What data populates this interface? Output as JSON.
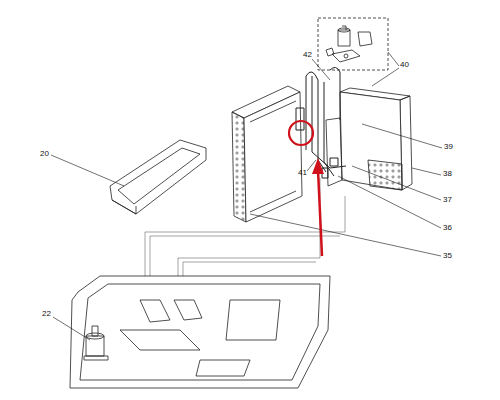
{
  "diagram": {
    "labels": [
      "42",
      "40",
      "20",
      "39",
      "41",
      "38",
      "37",
      "36",
      "35",
      "22"
    ]
  }
}
